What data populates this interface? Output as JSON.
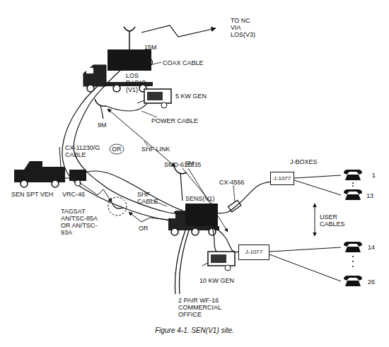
{
  "diagram": {
    "caption": "Figure 4-1. SEN(V1) site.",
    "nodes": [
      {
        "text": [
          "LOS RADIO (V1)"
        ]
      },
      {
        "text": [
          "SENS(V1)"
        ]
      },
      {
        "text": [
          "J-1077"
        ]
      },
      {
        "text": [
          "J-1077"
        ]
      }
    ],
    "edges": [
      {
        "from": 0,
        "to": 1,
        "arrow": "none"
      },
      {
        "from": 1,
        "to": 2,
        "arrow": "none"
      },
      {
        "from": 1,
        "to": 3,
        "arrow": "none"
      }
    ],
    "labels": [
      "TO NC VIA LOS(V3)",
      "15M",
      "COAX CABLE",
      "5 KW GEN",
      "POWER CABLE",
      "9M",
      "OR",
      "SHF LINK",
      "9M",
      "CX-11230/G CABLE",
      "SHF CABLE",
      "SMD-611235",
      "CX-4566",
      "J-BOXES",
      "1",
      "13",
      "USER CABLES",
      "14",
      "26",
      "SEN SPT VEH",
      "VRC-46",
      "TAGSAT AN/TSC-85A OR AN/TSC-93A",
      "OR",
      "10 KW GEN",
      "2 PAIR WF-16 COMMERCIAL OFFICE"
    ]
  }
}
